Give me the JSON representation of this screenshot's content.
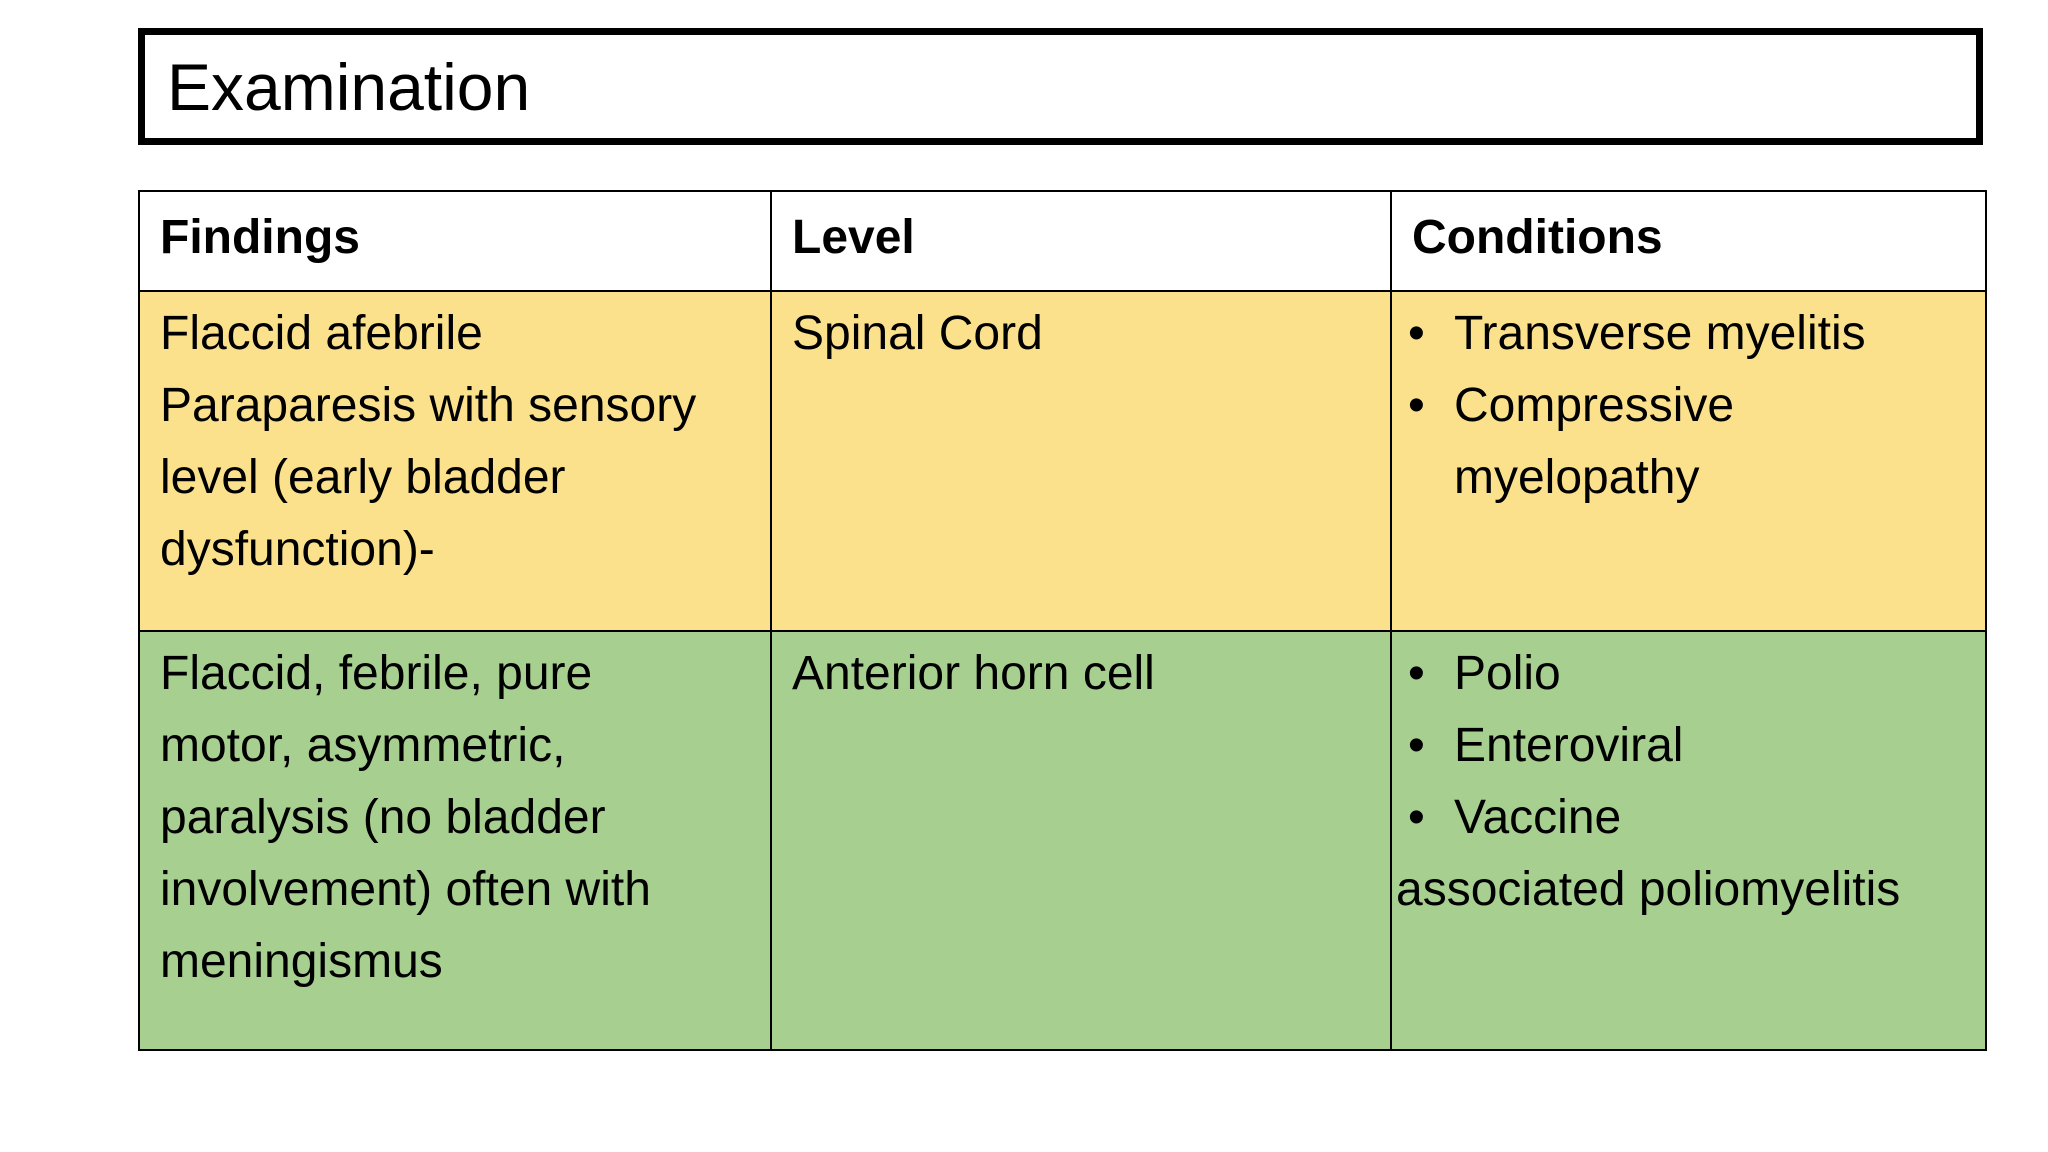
{
  "slide": {
    "title": "Examination"
  },
  "table": {
    "bullet_char": "•",
    "headers": [
      "Findings",
      "Level",
      "Conditions"
    ],
    "rows": [
      {
        "bg": "#FCE18C",
        "findings": "Flaccid afebrile\nParaparesis with sensory\nlevel (early bladder\ndysfunction)-",
        "level": "Spinal Cord",
        "conditions": [
          "Transverse myelitis",
          "Compressive\nmyelopathy"
        ]
      },
      {
        "bg": "#A7CF8F",
        "findings": "Flaccid, febrile, pure\nmotor, asymmetric,\nparalysis (no bladder\ninvolvement) often with\nmeningismus",
        "level": "Anterior horn cell",
        "conditions": [
          "Polio",
          "Enteroviral",
          "Vaccine"
        ],
        "conditions_continuation": "associated poliomyelitis"
      }
    ]
  },
  "colors": {
    "row_yellow": "#FCE18C",
    "row_green": "#A7CF8F",
    "border": "#000000",
    "text": "#000000",
    "background": "#FFFFFF"
  }
}
